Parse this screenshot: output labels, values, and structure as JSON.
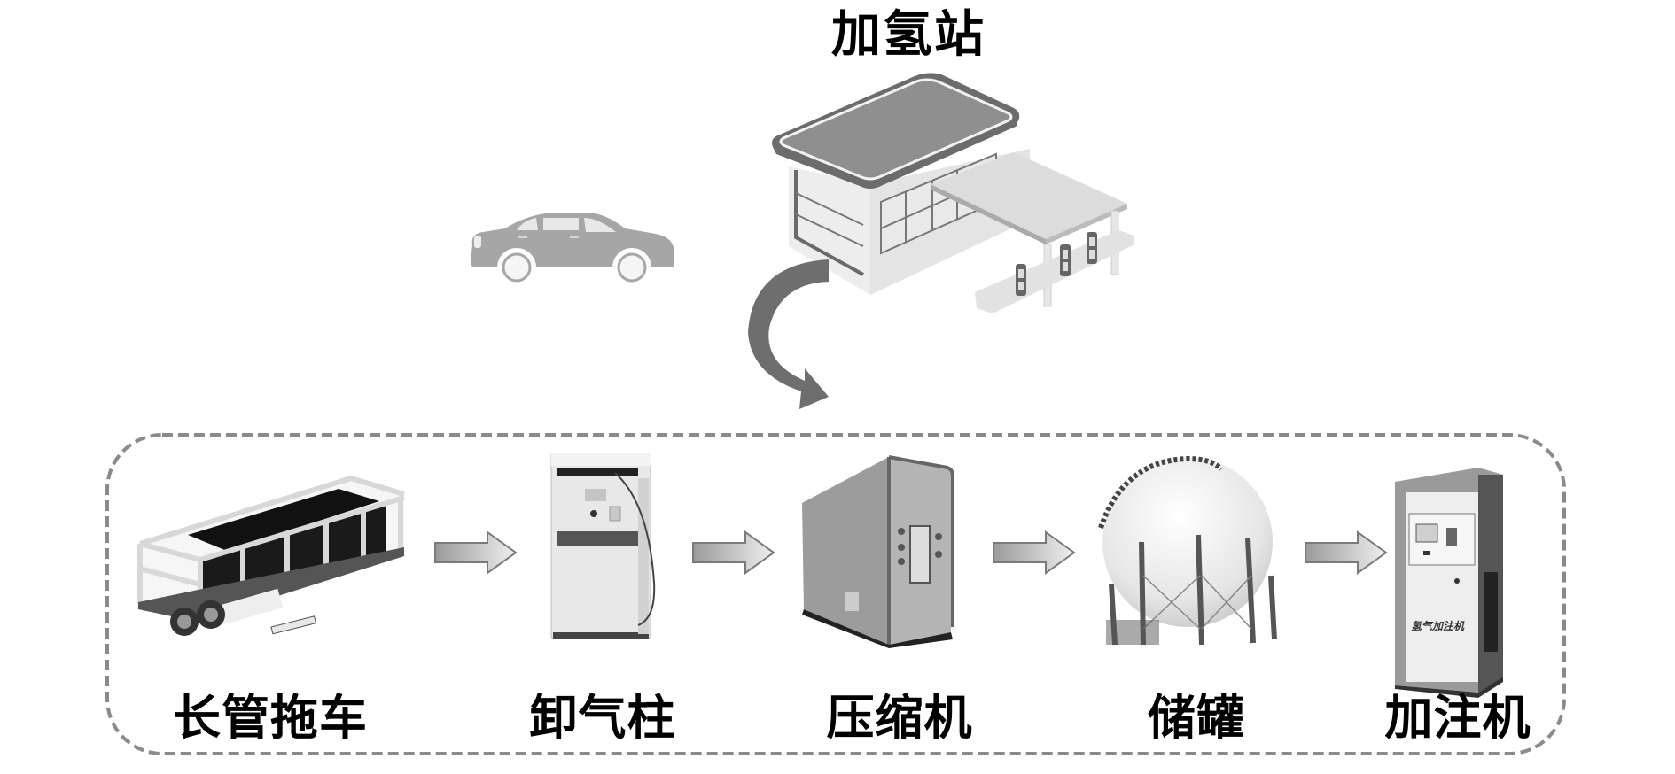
{
  "title": "加氢站",
  "top_icons": {
    "car": "car-icon",
    "station": "hydrogen-station-icon",
    "flow_arrow": "curved-arrow-icon"
  },
  "process": {
    "steps": [
      {
        "label": "长管拖车",
        "icon": "tube-trailer-icon"
      },
      {
        "label": "卸气柱",
        "icon": "unloading-post-icon"
      },
      {
        "label": "压缩机",
        "icon": "compressor-icon"
      },
      {
        "label": "储罐",
        "icon": "storage-tank-icon"
      },
      {
        "label": "加注机",
        "icon": "dispenser-icon"
      }
    ],
    "dispenser_panel_text": "氢气加注机",
    "arrow_icon": "right-arrow-icon"
  },
  "colors": {
    "border": "#8a8a8a",
    "arrow_dark": "#9a9a9a",
    "arrow_light": "#efefef",
    "curved_arrow": "#6e6e6e",
    "car": "#a6a6a6",
    "roof": "#8c8c8c"
  }
}
